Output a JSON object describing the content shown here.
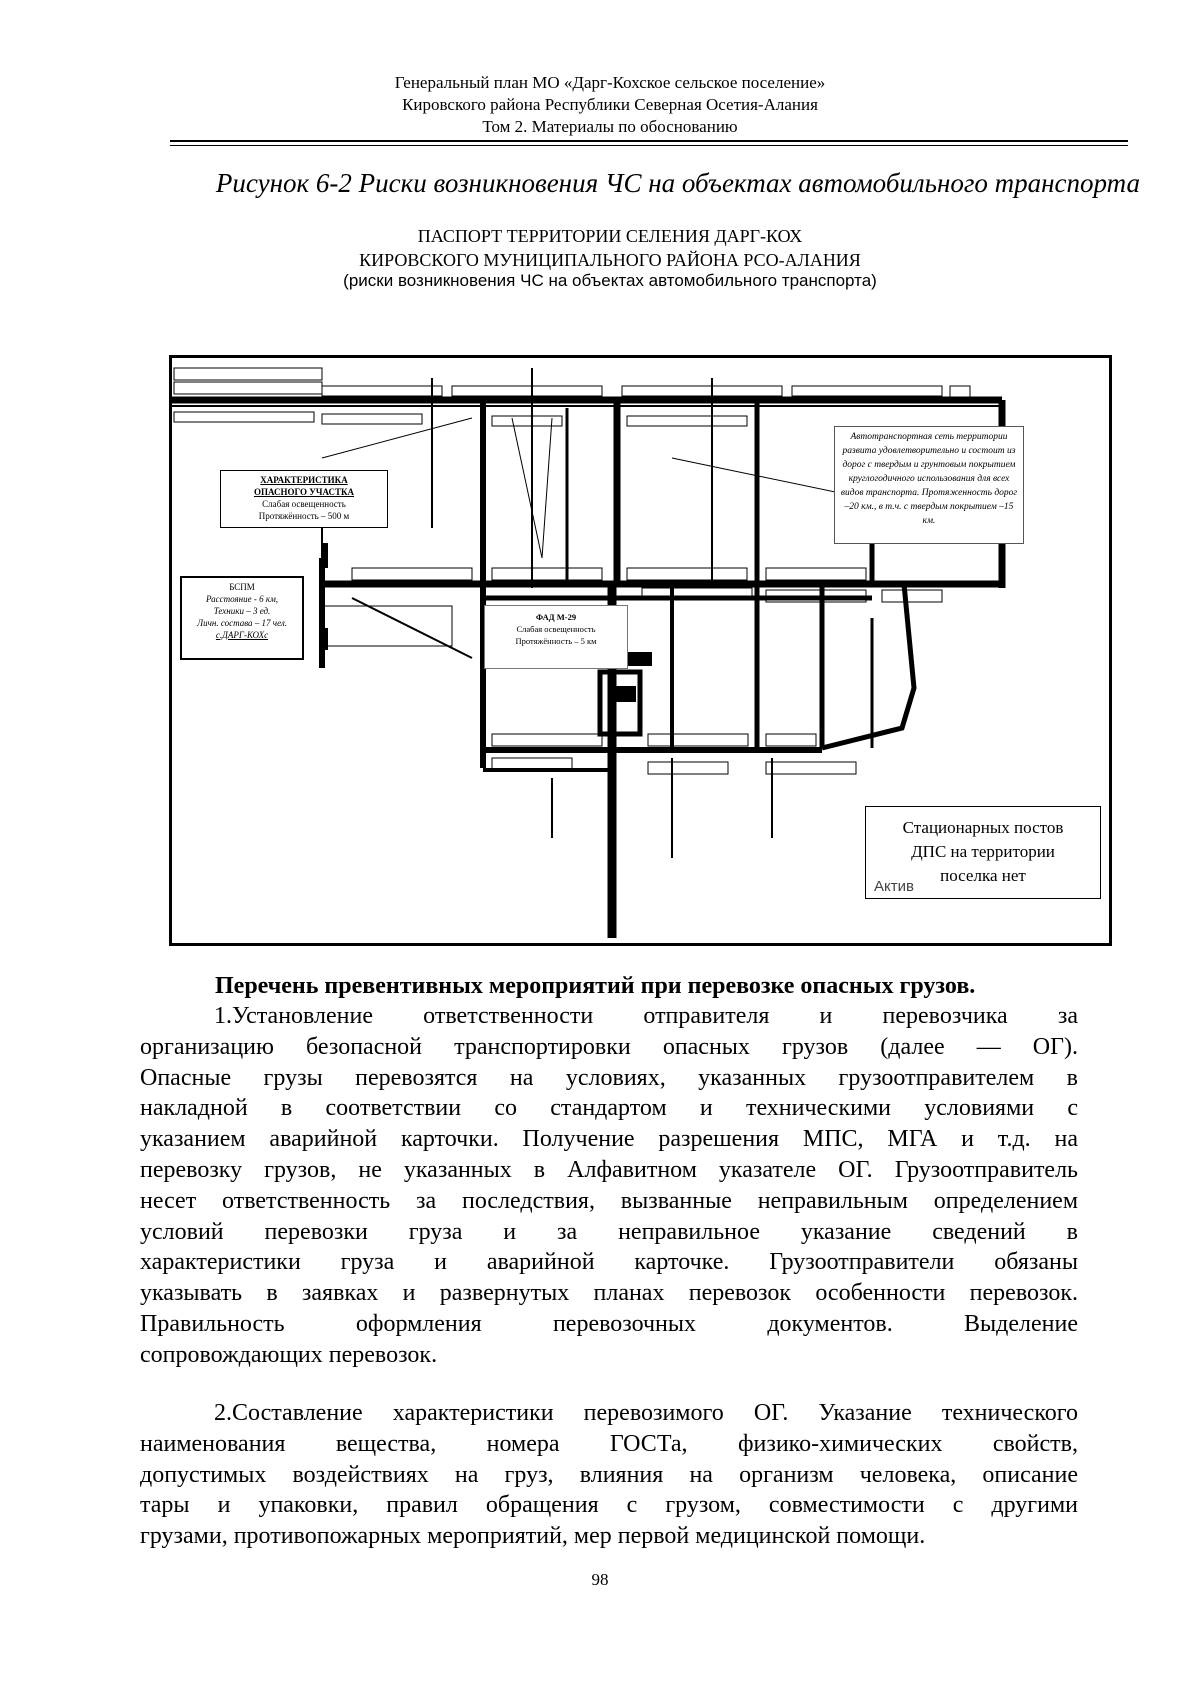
{
  "header": {
    "line1": "Генеральный план МО «Дарг-Кохское сельское поселение»",
    "line2": "Кировского района Республики Северная Осетия-Алания",
    "line3": "Том 2. Материалы по обоснованию"
  },
  "figure_caption": "Рисунок 6-2 Риски возникновения ЧС на объектах автомобильного транспорта",
  "passport_title": {
    "line1": "ПАСПОРТ ТЕРРИТОРИИ СЕЛЕНИЯ ДАРГ-КОХ",
    "line2": "КИРОВСКОГО МУНИЦИПАЛЬНОГО РАЙОНА РСО-АЛАНИЯ",
    "line3": "(риски возникновения ЧС на объектах автомобильного транспорта)"
  },
  "map": {
    "hazard_box": {
      "title1": "ХАРАКТЕРИСТИКА",
      "title2": "ОПАСНОГО УЧАСТКА",
      "line1": "Слабая освещенность",
      "line2": "Протяжённость – 500 м"
    },
    "bspm_box": {
      "title": "БСПМ",
      "line1": "Расстояние - 6 км,",
      "line2": "Техники – 3 ед.",
      "line3": "Личн. состава – 17 чел.",
      "line4": "с.ДАРГ-КОХс"
    },
    "road_note": "Автотранспортная сеть территории развита удовлетворительно и состоит из дорог с твердым и грунтовым покрытием круглогодичного использования для всех видов транспорта. Протяженность дорог –20 км., в т.ч. с твердым покрытием –15 км.",
    "fad_box": {
      "title": "ФАД М-29",
      "line1": "Слабая освещенность",
      "line2": "Протяжённость – 5 км"
    },
    "dps_box": {
      "line1": "Стационарных постов",
      "line2": "ДПС на территории",
      "line3": "поселка нет"
    },
    "watermark": "Актив"
  },
  "section_heading": "Перечень превентивных мероприятий при перевозке опасных грузов.",
  "paragraph1_lines": [
    "1.Установление ответственности отправителя и перевозчика за",
    "организацию безопасной транспортировки опасных грузов (далее — ОГ).",
    "Опасные грузы перевозятся на условиях, указанных грузоотправителем в",
    "накладной в соответствии со стандартом и техническими условиями с",
    "указанием аварийной карточки. Получение разрешения МПС, МГА и т.д. на",
    "перевозку грузов, не указанных в Алфавитном указателе ОГ. Грузоотправитель",
    "несет ответственность за последствия, вызванные неправильным определением",
    "условий перевозки груза и за неправильное указание сведений в",
    "характеристики груза и аварийной карточке. Грузоотправители обязаны",
    "указывать в заявках и развернутых планах перевозок особенности перевозок.",
    "Правильность оформления перевозочных документов. Выделение",
    "сопровождающих перевозок."
  ],
  "paragraph2_lines": [
    "2.Составление характеристики перевозимого ОГ. Указание технического",
    "наименования вещества, номера ГОСТа, физико-химических свойств,",
    "допустимых воздействиях на груз, влияния на организм человека, описание",
    "тары и упаковки, правил обращения с грузом, совместимости с другими",
    "грузами, противопожарных мероприятий, мер первой медицинской помощи."
  ],
  "page_number": "98"
}
